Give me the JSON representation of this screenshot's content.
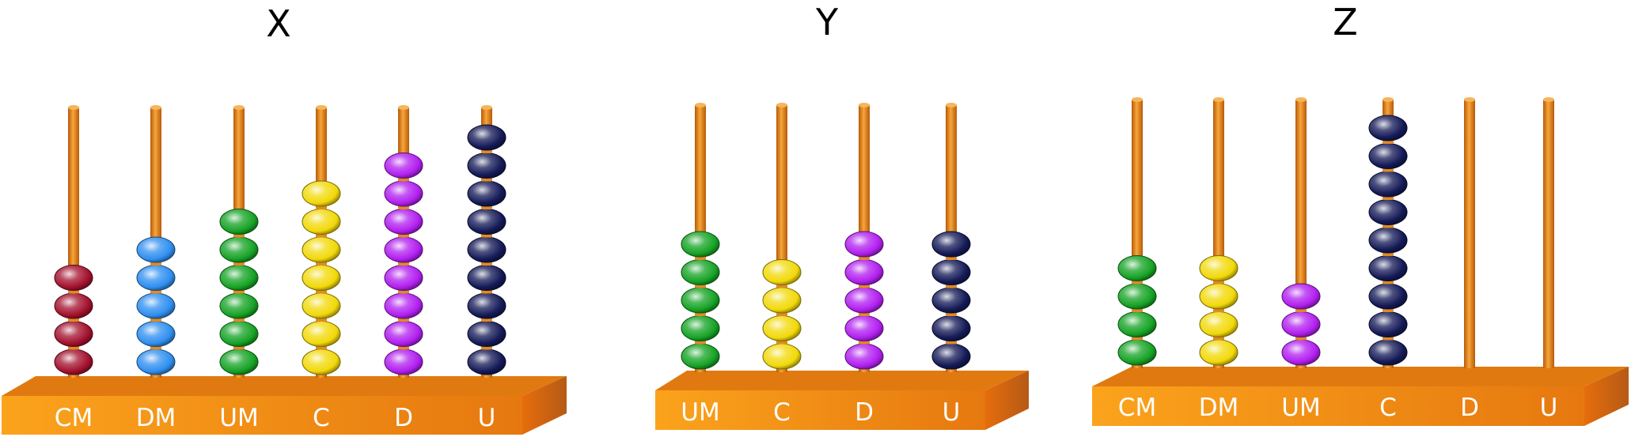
{
  "abaci": [
    {
      "title": "X",
      "rods": [
        {
          "label": "CM",
          "beads": 4,
          "color": "#a3112e"
        },
        {
          "label": "DM",
          "beads": 5,
          "color": "#2f8ff0"
        },
        {
          "label": "UM",
          "beads": 6,
          "color": "#16a325"
        },
        {
          "label": "C",
          "beads": 7,
          "color": "#f2d90a"
        },
        {
          "label": "D",
          "beads": 8,
          "color": "#b21ff0"
        },
        {
          "label": "U",
          "beads": 9,
          "color": "#141a57"
        }
      ]
    },
    {
      "title": "Y",
      "rods": [
        {
          "label": "UM",
          "beads": 5,
          "color": "#16a325"
        },
        {
          "label": "C",
          "beads": 4,
          "color": "#f2d90a"
        },
        {
          "label": "D",
          "beads": 5,
          "color": "#b21ff0"
        },
        {
          "label": "U",
          "beads": 5,
          "color": "#141a57"
        }
      ]
    },
    {
      "title": "Z",
      "rods": [
        {
          "label": "CM",
          "beads": 4,
          "color": "#16a325"
        },
        {
          "label": "DM",
          "beads": 4,
          "color": "#f2d90a"
        },
        {
          "label": "UM",
          "beads": 3,
          "color": "#b21ff0"
        },
        {
          "label": "C",
          "beads": 9,
          "color": "#141a57"
        },
        {
          "label": "D",
          "beads": 0,
          "color": "#141a57"
        },
        {
          "label": "U",
          "beads": 0,
          "color": "#141a57"
        }
      ]
    }
  ],
  "colors": {
    "base_front": "#f39a1c",
    "base_top": "#e07a10",
    "base_side": "#c25a08",
    "rod": "#e8871c"
  }
}
